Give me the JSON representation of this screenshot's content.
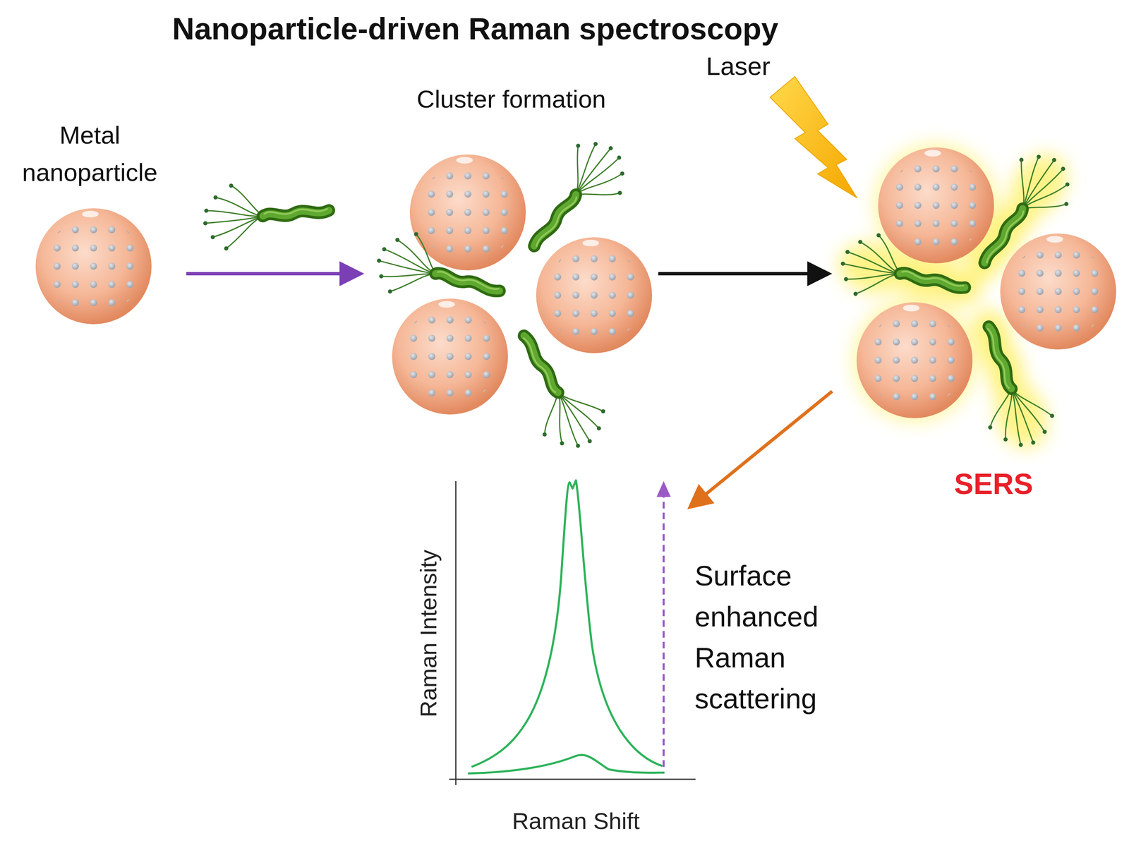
{
  "diagram": {
    "title": "Nanoparticle-driven Raman spectroscopy",
    "nodes": [
      {
        "text": [
          "Metal nanoparticle"
        ]
      },
      {
        "text": [
          "Cluster formation"
        ]
      },
      {
        "text": [
          "SERS"
        ]
      },
      {
        "text": [
          "Raman Intensity",
          "Raman Shift"
        ]
      }
    ],
    "edges": [
      {
        "from": 0,
        "to": 1,
        "arrow": "to"
      },
      {
        "from": 1,
        "to": 2,
        "arrow": "to"
      },
      {
        "from": 2,
        "to": 3,
        "arrow": "to"
      }
    ],
    "labels": [
      "Laser",
      "Surface enhanced Raman scattering"
    ]
  }
}
